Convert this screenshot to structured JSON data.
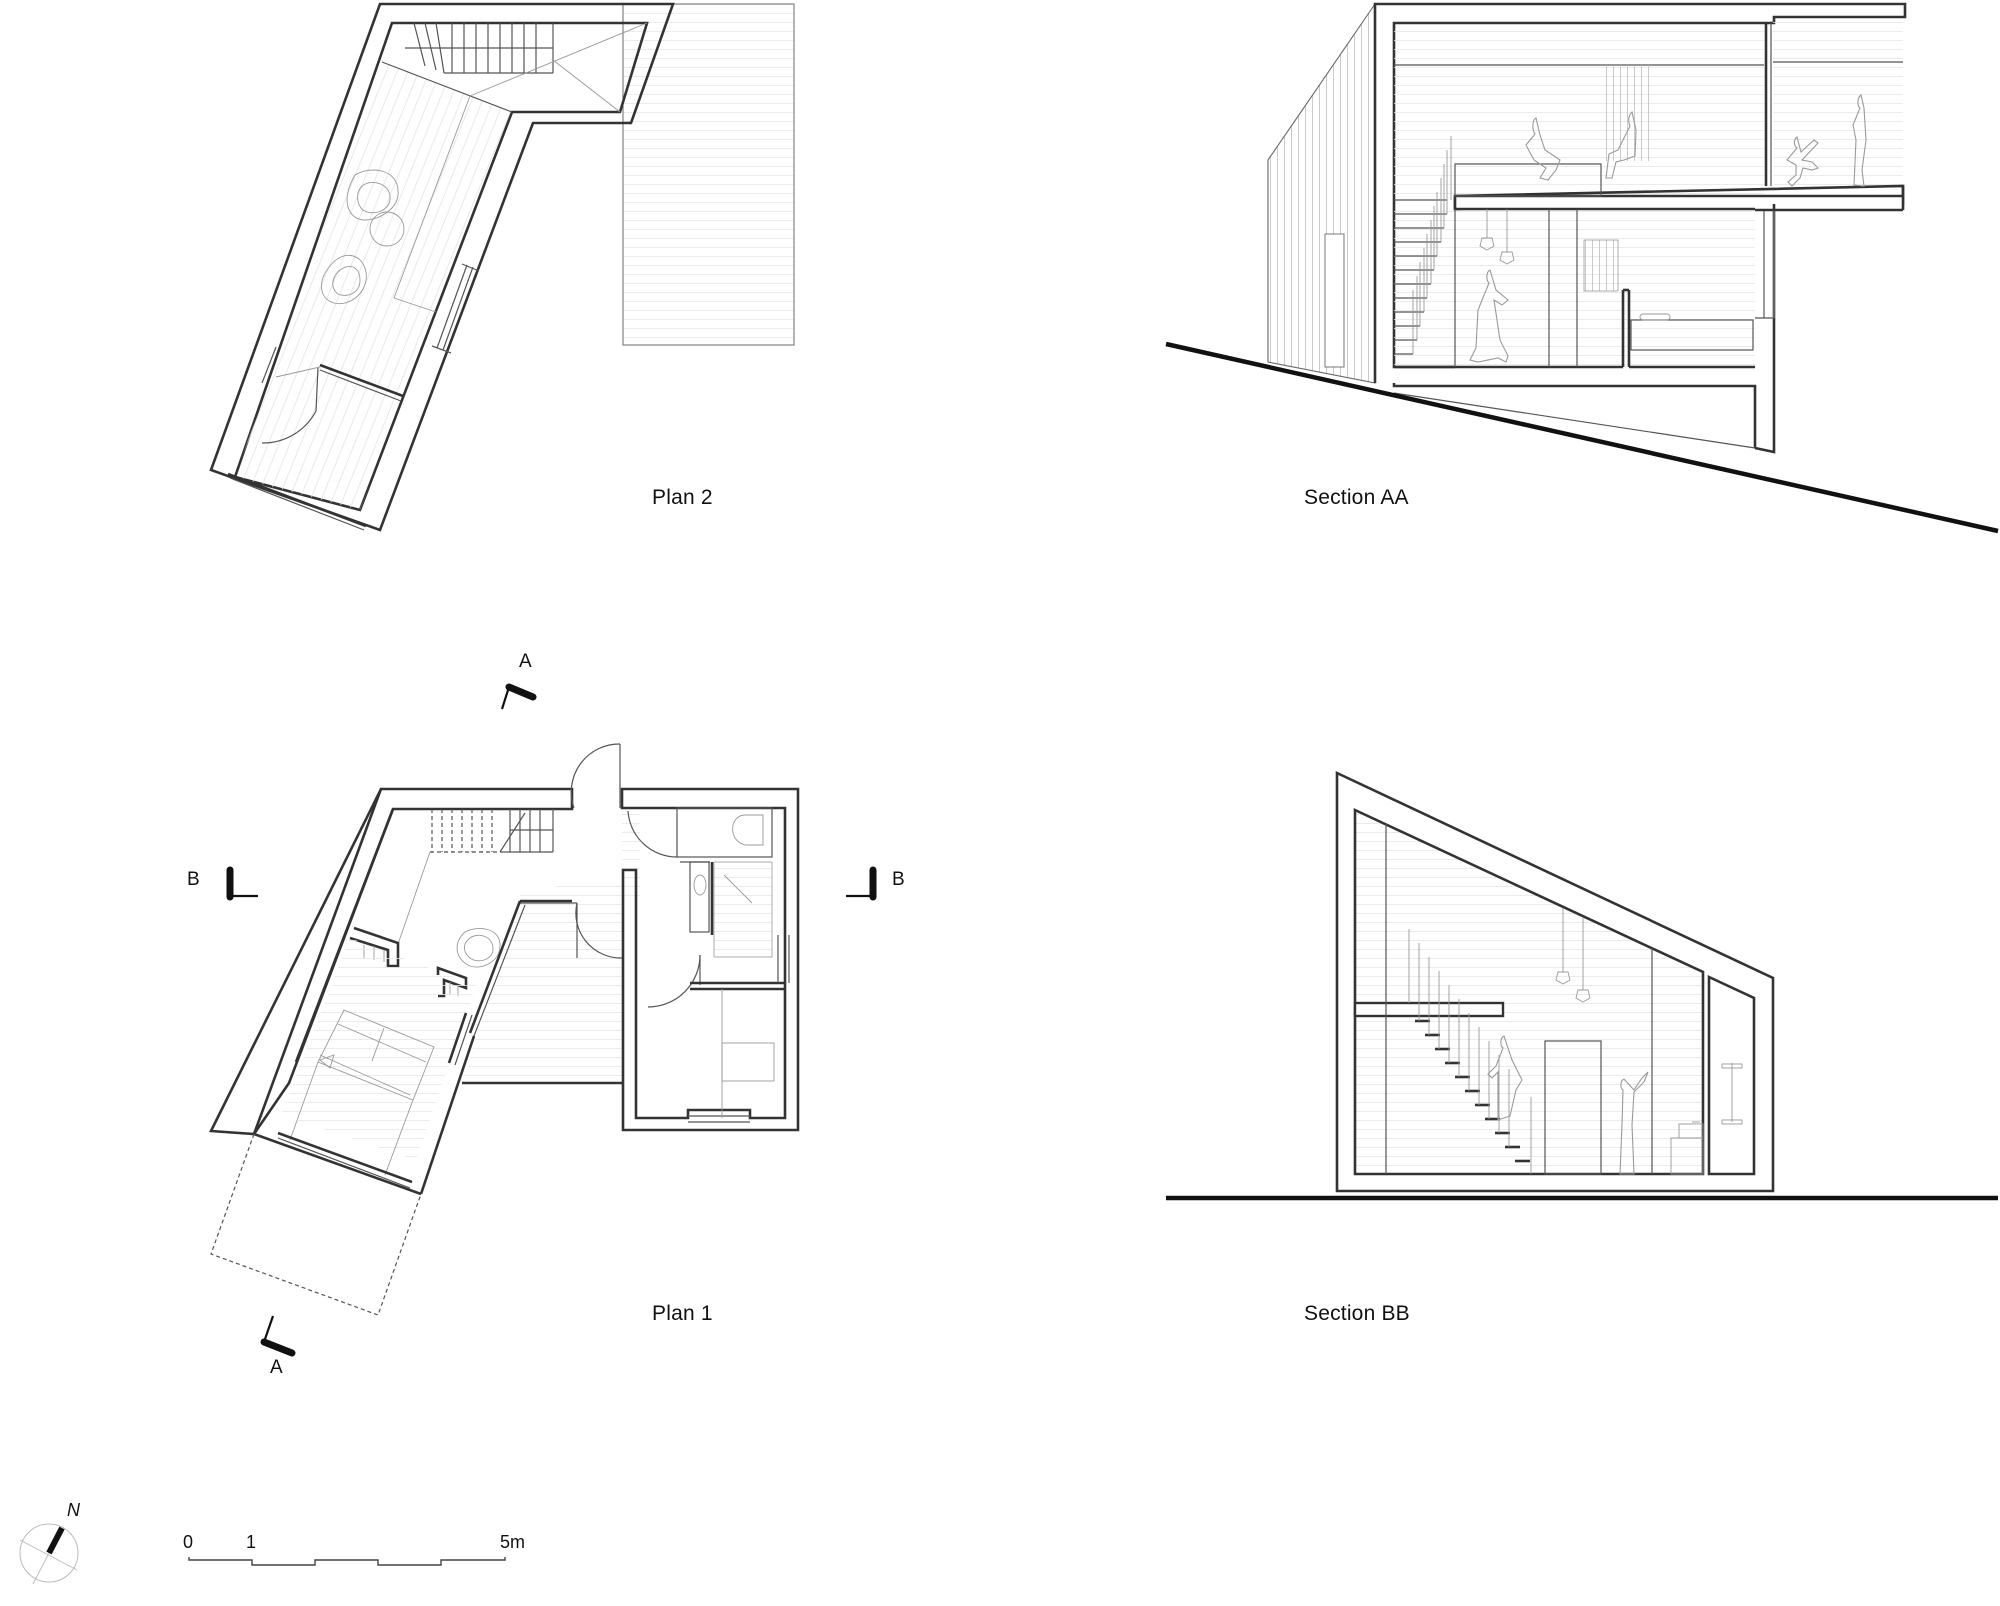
{
  "sheet": {
    "drawings": [
      {
        "id": "plan-2",
        "label": "Plan 2"
      },
      {
        "id": "section-aa",
        "label": "Section AA"
      },
      {
        "id": "plan-1",
        "label": "Plan 1"
      },
      {
        "id": "section-bb",
        "label": "Section BB"
      }
    ]
  },
  "section_markers": {
    "a_top": "A",
    "a_bottom": "A",
    "b_left": "B",
    "b_right": "B"
  },
  "north_arrow": {
    "label": "N",
    "icon": "north-arrow-icon"
  },
  "scale_bar": {
    "ticks": [
      "0",
      "1",
      "5m"
    ],
    "unit": "m",
    "length_m": 5
  },
  "colors": {
    "ink": "#111111",
    "wall": "#333333",
    "hairline": "#999999",
    "background": "#ffffff"
  }
}
